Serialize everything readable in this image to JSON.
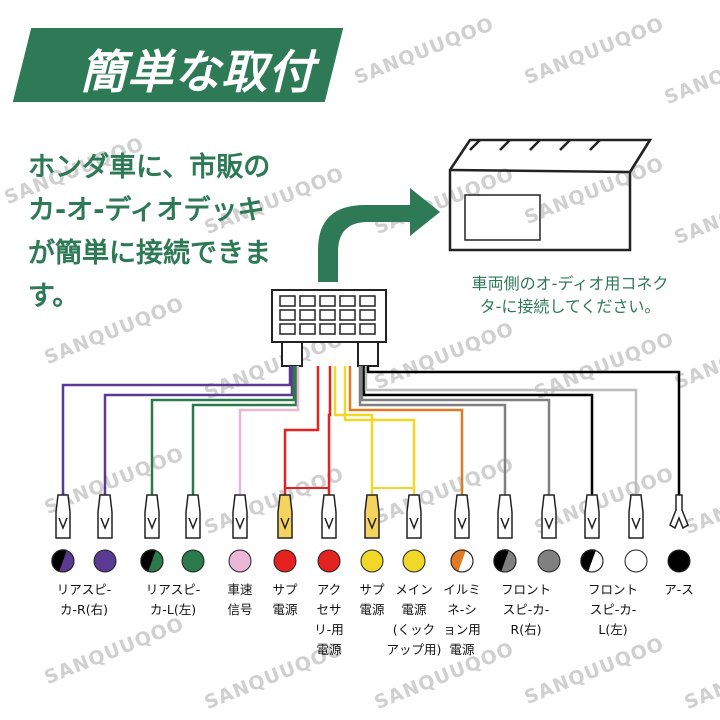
{
  "title": "簡単な取付",
  "lead_text": "ホンダ車に、市販のカ-オ-ディオデッキが簡単に接続できます。",
  "note_text": "車両側のオ-ディオ用コネクタ-に接続してください。",
  "watermark": "SANQUUQOO",
  "accent_color": "#2e7a56",
  "wires": [
    {
      "label": "リアスピ-\nカ-R(右)",
      "color": "#5b3a94",
      "stripe": "#000000"
    },
    {
      "label": "",
      "color": "#5b3a94",
      "stripe": null
    },
    {
      "label": "リアスピ-\nカ-L(左)",
      "color": "#2b7a4b",
      "stripe": "#000000"
    },
    {
      "label": "",
      "color": "#2b7a4b",
      "stripe": null
    },
    {
      "label": "車速\n信号",
      "color": "#eab8d6",
      "stripe": null
    },
    {
      "label": "サプ\n電源",
      "color": "#e42320",
      "stripe": null
    },
    {
      "label": "アク\nセサ\nリ-用\n電源",
      "color": "#e42320",
      "stripe": null
    },
    {
      "label": "サプ\n電源",
      "color": "#f1d828",
      "stripe": null
    },
    {
      "label": "メイン\n電源\n(くック\nアップ用)",
      "color": "#f1d828",
      "stripe": null
    },
    {
      "label": "イルミ\nネ-シ\nョン用\n電源",
      "color": "#ffffff",
      "stripe": "#e07a24"
    },
    {
      "label": "フロント\nスピ-カ-\nR(右)",
      "color": "#808080",
      "stripe": "#000000"
    },
    {
      "label": "",
      "color": "#808080",
      "stripe": null
    },
    {
      "label": "フロント\nスピ-カ-\nL(左)",
      "color": "#ffffff",
      "stripe": "#000000"
    },
    {
      "label": "",
      "color": "#ffffff",
      "stripe": null
    },
    {
      "label": "ア-ス",
      "color": "#000000",
      "stripe": null
    }
  ]
}
